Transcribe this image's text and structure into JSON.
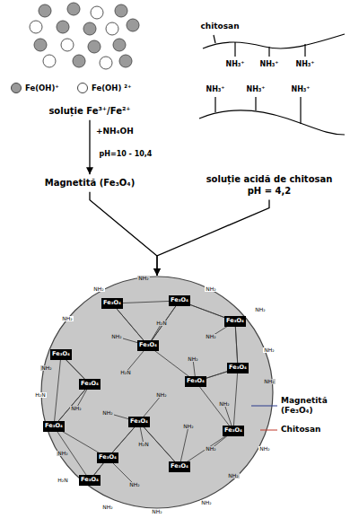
{
  "diagram": {
    "nodes": [
      {
        "text": [
          "soluție Fe³⁺/Fe²⁺"
        ]
      },
      {
        "text": [
          "Magnetită (Fe₃O₄)"
        ]
      },
      {
        "text": [
          "soluție acidă de chitosan",
          "pH = 4,2"
        ]
      },
      {
        "text": [
          "Magnetită (Fe₃O₄)",
          "Chitosan"
        ]
      },
      {
        "text": [
          "Fe₃O₄"
        ],
        "in": 3
      },
      {
        "text": [
          "Fe₃O₄"
        ],
        "in": 3
      },
      {
        "text": [
          "Fe₃O₄"
        ],
        "in": 3
      },
      {
        "text": [
          "Fe₃O₄"
        ],
        "in": 3
      },
      {
        "text": [
          "Fe₃O₄"
        ],
        "in": 3
      },
      {
        "text": [
          "Fe₃O₄"
        ],
        "in": 3
      },
      {
        "text": [
          "Fe₃O₄"
        ],
        "in": 3
      },
      {
        "text": [
          "Fe₃O₄"
        ],
        "in": 3
      },
      {
        "text": [
          "Fe₃O₄"
        ],
        "in": 3
      },
      {
        "text": [
          "Fe₃O₄"
        ],
        "in": 3
      },
      {
        "text": [
          "Fe₃O₄"
        ],
        "in": 3
      },
      {
        "text": [
          "Fe₃O₄"
        ],
        "in": 3
      },
      {
        "text": [
          "Fe₃O₄"
        ],
        "in": 3
      },
      {
        "text": [
          "Fe₃O₄"
        ],
        "in": 3
      }
    ],
    "edges": [
      {
        "from": 0,
        "to": 1,
        "arrow": "to",
        "label": "+NH₄OH"
      },
      {
        "from": 1,
        "to": 3,
        "arrow": "to"
      },
      {
        "from": 2,
        "to": 3,
        "arrow": "to"
      }
    ],
    "labels": [
      "chitosan",
      "NH₃⁺",
      "NH₃⁺",
      "NH₃⁺",
      "NH₃⁺",
      "NH₃⁺",
      "NH₃⁺",
      "pH=10 - 10,4",
      "NH₂",
      "NH₂",
      "NH₂",
      "NH₂",
      "NH₂",
      "H₂N",
      "NH₂",
      "NH₂",
      "NH₂",
      "NH₂",
      "NH₂",
      "H₂N",
      "NH₂",
      "NH₂",
      "NH₂",
      "NH₂",
      "H₂N",
      "NH₂",
      "NH₂",
      "NH₂",
      "NH₂",
      "H₂N",
      "NH₂",
      "H₂N",
      "NH₂",
      "NH₂",
      "NH₂",
      "NH₂",
      "NH₂"
    ],
    "legend": [
      {
        "text": "Fe(OH)⁺",
        "color": "#9a9a9a"
      },
      {
        "text": "Fe(OH) ²⁺",
        "color": "#ffffff"
      }
    ]
  }
}
